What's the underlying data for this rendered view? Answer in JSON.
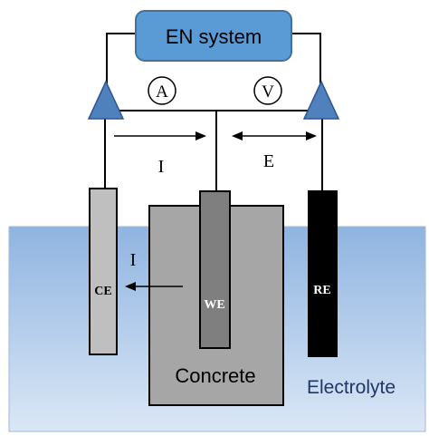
{
  "diagram": {
    "system_box": {
      "label": "EN system"
    },
    "meters": [
      {
        "symbol": "A"
      },
      {
        "symbol": "V"
      }
    ],
    "current_label_top": "I",
    "potential_label": "E",
    "current_label_solution": "I",
    "electrodes": {
      "counter": "CE",
      "working": "WE",
      "reference": "RE"
    },
    "specimen_label": "Concrete",
    "electrolyte_label": "Electrolyte"
  },
  "colors": {
    "system_box_fill": "#5b9bd5",
    "triangle_fill": "#4f81bd",
    "electrolyte_gradient_top": "#8fb4e0",
    "electrolyte_gradient_bottom": "#dbe7f6",
    "concrete_fill": "#a6a6a6",
    "we_fill": "#7f7f7f",
    "ce_fill": "#bfbfbf",
    "re_fill": "#000000"
  }
}
